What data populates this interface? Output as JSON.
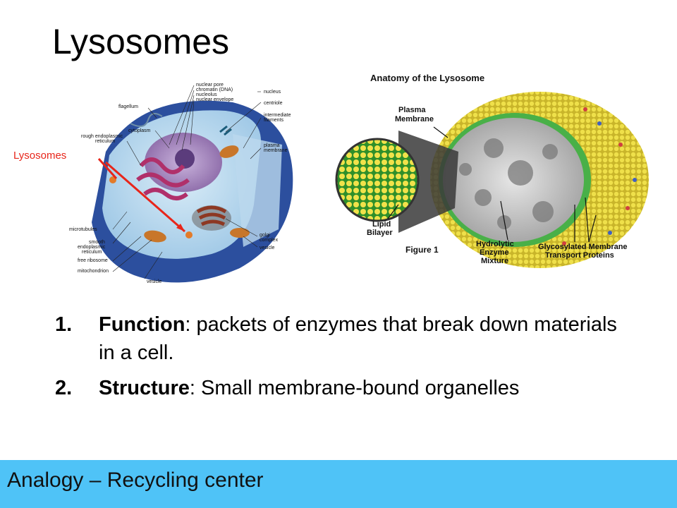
{
  "slide": {
    "title": "Lysosomes"
  },
  "cell_diagram": {
    "highlight_label": "Lysosomes",
    "highlight_color": "#e8251a",
    "labels": {
      "nuclear_pore": "nuclear pore",
      "chromatin": "chromatin (DNA)",
      "nucleolus": "nucleolus",
      "nuclear_envelope": "nuclear envelope",
      "nucleus": "nucleus",
      "centriole": "centriole",
      "flagellum": "flagellum",
      "intermediate_filaments_1": "intermediate",
      "intermediate_filaments_2": "filaments",
      "cytoplasm": "cytoplasm",
      "rough_er_1": "rough endoplasmic",
      "rough_er_2": "reticulum",
      "plasma_membrane_1": "plasma",
      "plasma_membrane_2": "membrane",
      "microtubules": "microtubules",
      "smooth_er_1": "smooth",
      "smooth_er_2": "endoplasmic",
      "smooth_er_3": "reticulum",
      "free_ribosome": "free ribosome",
      "mitochondrion": "mitochondrion",
      "vesicle_bottom": "vesicle",
      "golgi_1": "golgi",
      "golgi_2": "complex",
      "vesicle_right": "vesicle"
    }
  },
  "lysosome_figure": {
    "title": "Anatomy of the Lysosome",
    "plasma_membrane_1": "Plasma",
    "plasma_membrane_2": "Membrane",
    "lipid_bilayer_1": "Lipid",
    "lipid_bilayer_2": "Bilayer",
    "figure_label": "Figure 1",
    "enzyme_1": "Hydrolytic",
    "enzyme_2": "Enzyme",
    "enzyme_3": "Mixture",
    "glyco_1": "Glycosylated Membrane",
    "glyco_2": "Transport Proteins"
  },
  "bullets": [
    {
      "num": "1.",
      "term": "Function",
      "text": ":  packets of enzymes that break down materials in a cell."
    },
    {
      "num": "2.",
      "term": "Structure",
      "text": ": Small membrane-bound organelles"
    }
  ],
  "footer": {
    "text": "Analogy – Recycling center",
    "color": "#4fc3f7"
  }
}
